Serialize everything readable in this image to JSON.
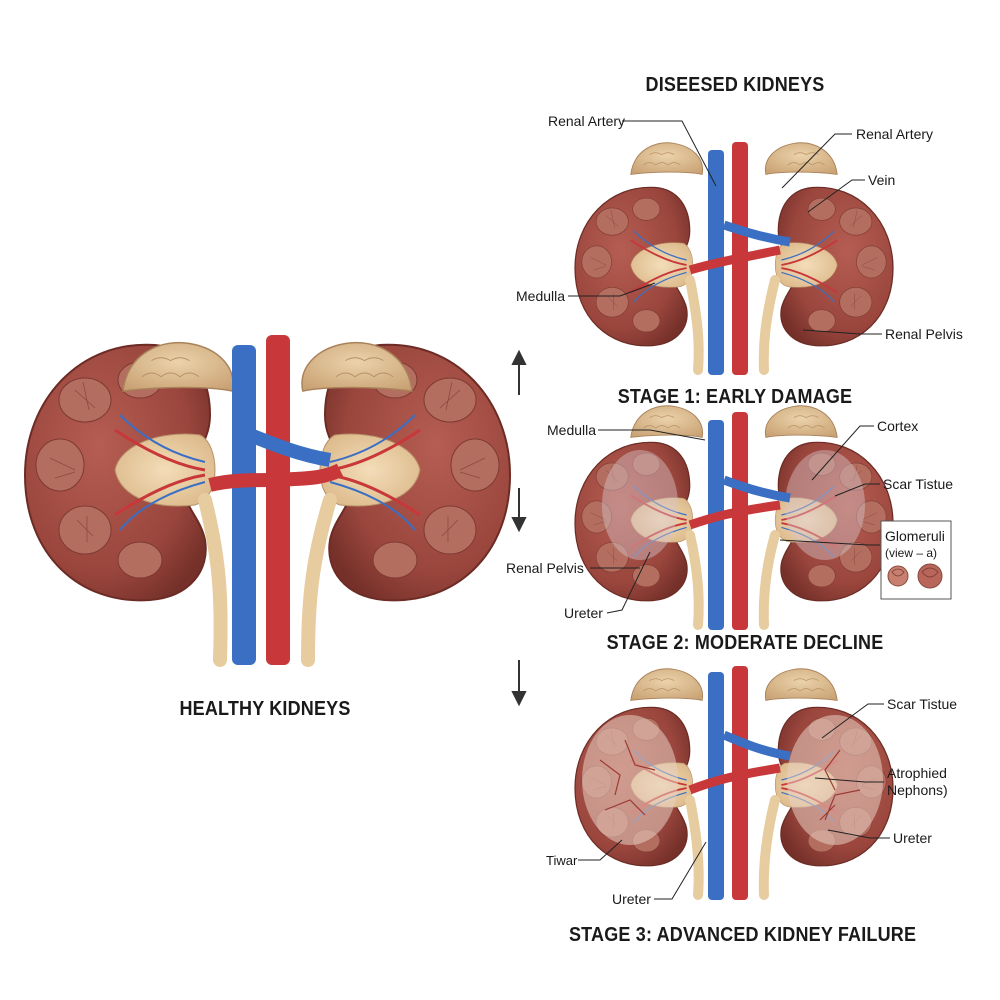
{
  "headings": {
    "healthy": "HEALTHY KIDNEYS",
    "diseased": "DISEESED KIDNEYS",
    "stage1": "STAGE 1: EARLY DAMAGE",
    "stage2": "STAGE 2: MODERATE DECLINE",
    "stage3": "STAGE 3: ADVANCED KIDNEY FAILURE"
  },
  "labels": {
    "p1_renal_artery_left": "Renal Artery",
    "p1_renal_artery_right": "Renal Artery",
    "p1_vein": "Vein",
    "p1_medulla": "Medulla",
    "p1_renal_pelvis": "Renal Pelvis",
    "p2_medulla": "Medulla",
    "p2_cortex": "Cortex",
    "p2_scar_tissue": "Scar Tistue",
    "p2_renal_pelvis": "Renal Pelvis",
    "p2_ureter": "Ureter",
    "p2_glomeruli_line1": "Glomeruli",
    "p2_glomeruli_line2": "(view – a)",
    "p3_scar_tissue": "Scar Tistue",
    "p3_atrophied_line1": "Atrophied",
    "p3_atrophied_line2": "Nephons)",
    "p3_ureter_right": "Ureter",
    "p3_tiwar": "Tiwar",
    "p3_ureter_bottom": "Ureter"
  },
  "colors": {
    "kidney": "#9e4b42",
    "kidney_dark": "#7a332d",
    "pyramid": "#b06a5c",
    "pelvis": "#e9cfa6",
    "adrenal": "#d9b98e",
    "artery": "#c8373a",
    "vein": "#3a6fc4"
  }
}
